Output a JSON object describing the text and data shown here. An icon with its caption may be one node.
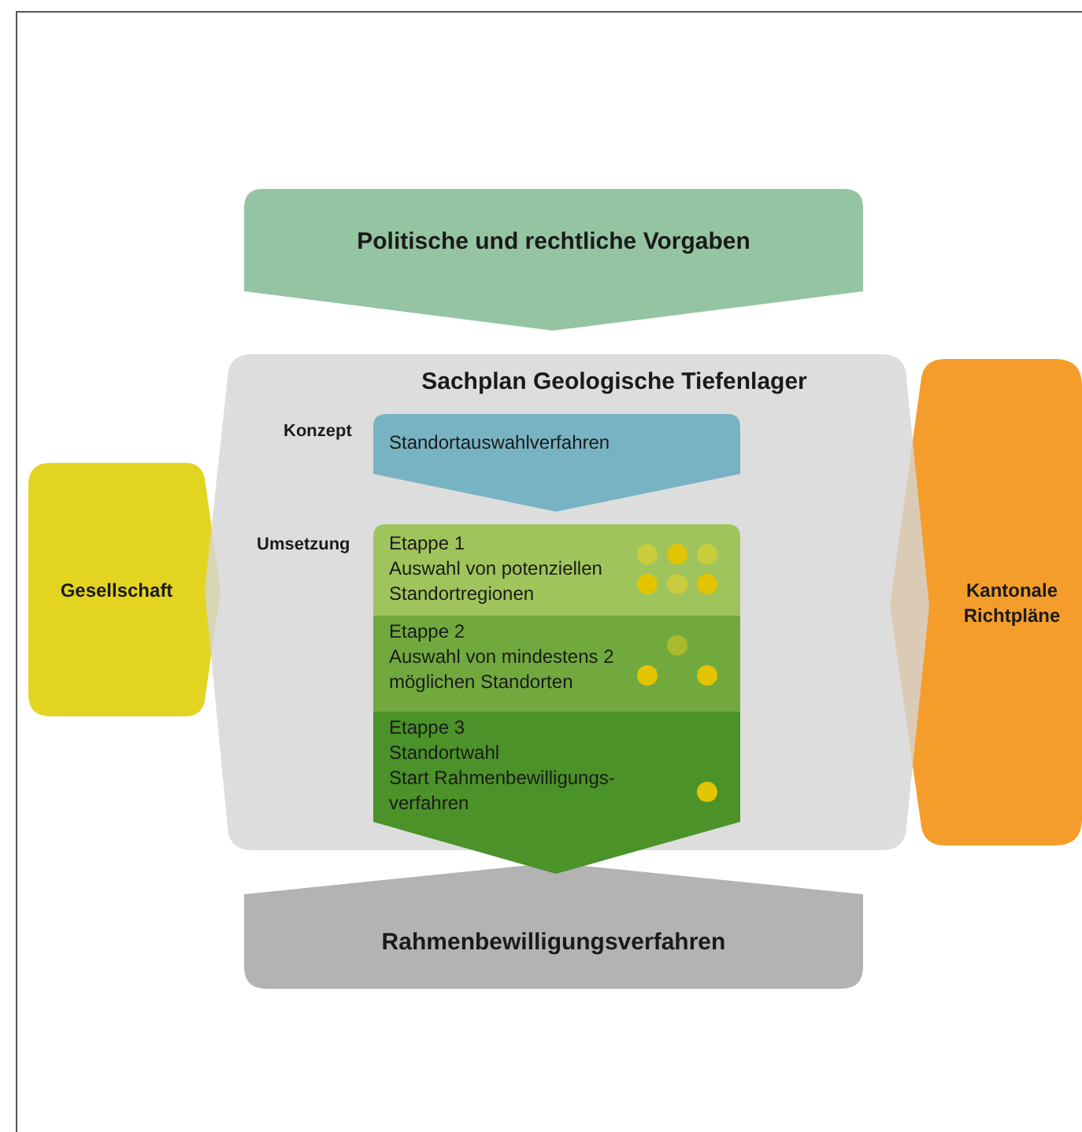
{
  "diagram": {
    "nodes": [
      {
        "text": [
          "Politische und rechtliche Vorgaben"
        ]
      },
      {
        "text": [
          "Sachplan Geologische Tiefenlager"
        ]
      },
      {
        "text": [
          "Standortauswahlverfahren"
        ],
        "in": 1
      },
      {
        "text": [
          "Etappe 1",
          "Auswahl von potenziellen Standortregionen"
        ],
        "in": 1
      },
      {
        "text": [
          "Etappe 2",
          "Auswahl von mindestens 2 möglichen Standorten"
        ],
        "in": 1
      },
      {
        "text": [
          "Etappe 3",
          "Standortwahl",
          "Start Rahmenbewilligungs- verfahren"
        ],
        "in": 1
      },
      {
        "text": [
          "Gesellschaft"
        ]
      },
      {
        "text": [
          "Kantonale Richtpläne"
        ]
      },
      {
        "text": [
          "Rahmenbewilligungsverfahren"
        ]
      }
    ],
    "labels": [
      "Konzept",
      "Umsetzung"
    ]
  }
}
